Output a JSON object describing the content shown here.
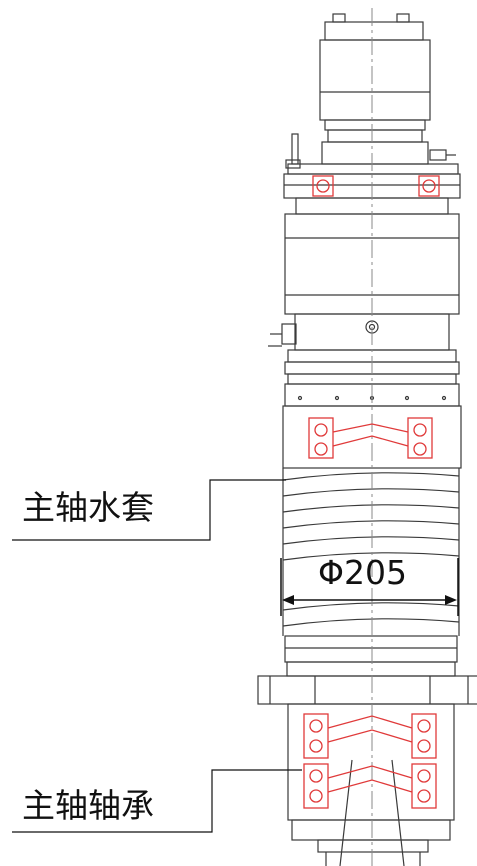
{
  "callouts": {
    "water_jacket": "主轴水套",
    "bearing": "主轴轴承"
  },
  "dimension": {
    "diameter": "Φ205"
  },
  "colors": {
    "line": "#3a3a3a",
    "bearing": "#e03a3a",
    "centerline": "#888888"
  }
}
